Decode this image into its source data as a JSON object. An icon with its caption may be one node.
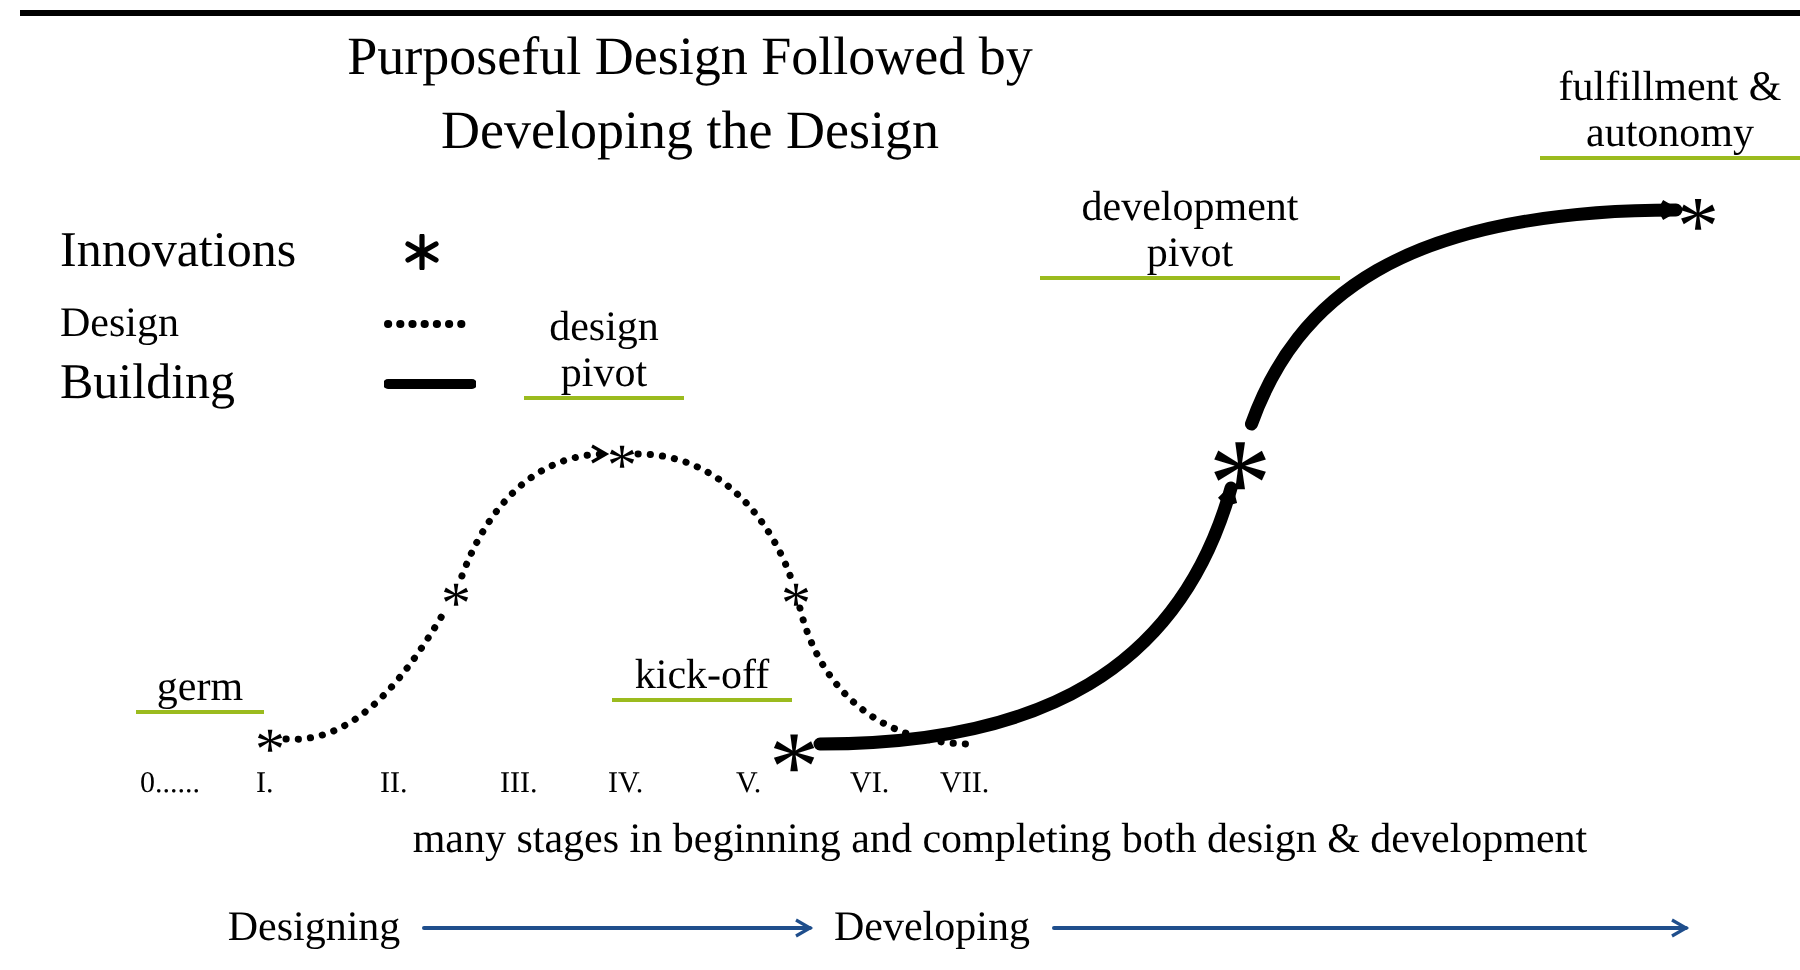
{
  "diagram": {
    "title": "Purposeful Design Followed by Developing the Design",
    "nodes": [
      {
        "text": [
          "*"
        ],
        "beside": [
          "germ"
        ]
      },
      {
        "text": [
          "*"
        ]
      },
      {
        "text": [
          "*"
        ],
        "beside": [
          "design pivot"
        ]
      },
      {
        "text": [
          "*"
        ]
      },
      {
        "text": [
          "*"
        ],
        "beside": [
          "kick-off"
        ]
      },
      {
        "text": [
          "*"
        ],
        "beside": [
          "development pivot"
        ]
      },
      {
        "text": [
          "*"
        ],
        "beside": [
          "fulfillment & autonomy"
        ]
      },
      {
        "text": [
          "Designing"
        ]
      },
      {
        "text": [
          "Developing"
        ]
      }
    ],
    "edges": [
      {
        "from": 0,
        "to": 1,
        "arrow": "none",
        "style": "dashed"
      },
      {
        "from": 1,
        "to": 2,
        "arrow": "to",
        "style": "dashed"
      },
      {
        "from": 2,
        "to": 3,
        "arrow": "none",
        "style": "dashed"
      },
      {
        "from": 3,
        "to": null,
        "arrow": "none",
        "style": "dashed"
      },
      {
        "from": 4,
        "to": 5,
        "arrow": "to",
        "style": "thick"
      },
      {
        "from": 5,
        "to": 6,
        "arrow": "to",
        "style": "thick"
      },
      {
        "from": 7,
        "to": 8,
        "arrow": "to",
        "color": "#1f4e8c"
      },
      {
        "from": 8,
        "to": null,
        "arrow": "to",
        "color": "#1f4e8c"
      }
    ],
    "labels": [
      "0......",
      "I.",
      "II.",
      "III.",
      "IV.",
      "V.",
      "VI.",
      "VII.",
      "many stages in beginning and completing both design & development"
    ],
    "legend": [
      {
        "text": "Innovations"
      },
      {
        "text": "Design"
      },
      {
        "text": "Building"
      }
    ]
  }
}
